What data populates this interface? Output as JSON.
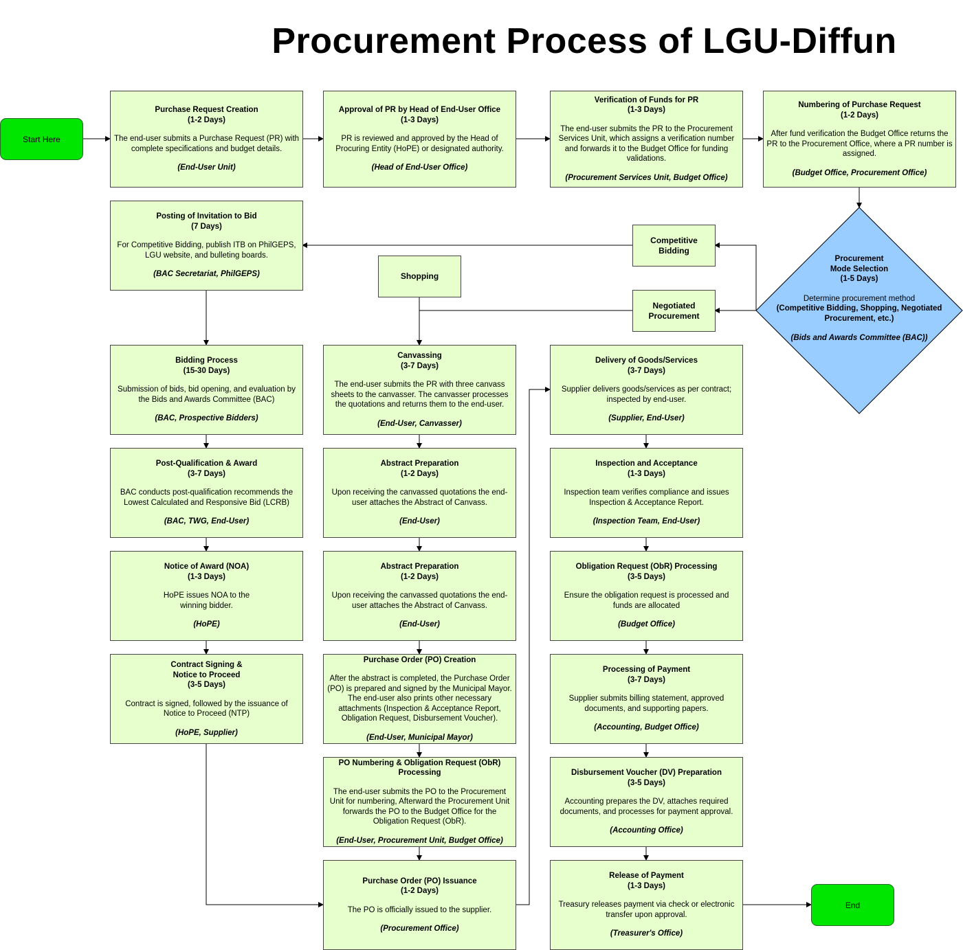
{
  "title": "Procurement Process of LGU-Diffun",
  "start": "Start Here",
  "end": "End",
  "colors": {
    "step_fill": "#e6ffcc",
    "terminal_fill": "#00e600",
    "decision_fill": "#99ccff",
    "stroke": "#000000"
  },
  "decision": {
    "title": "Procurement\nMode Selection",
    "duration": "(1-5 Days)",
    "desc": "Determine procurement method",
    "modes": "(Competitive Bidding, Shopping, Negotiated Procurement, etc.)",
    "responsible": "(Bids and Awards Committee (BAC))"
  },
  "modes": {
    "competitive": "Competitive\nBidding",
    "negotiated": "Negotiated\nProcurement",
    "shopping": "Shopping"
  },
  "steps": {
    "pr_creation": {
      "title": "Purchase Request Creation",
      "duration": "(1-2 Days)",
      "desc": "The end-user submits a Purchase Request (PR) with complete specifications and budget details.",
      "responsible": "(End-User Unit)"
    },
    "pr_approval": {
      "title": "Approval of PR by Head of End-User Office",
      "duration": "(1-3 Days)",
      "desc": "PR is reviewed and approved by the Head of Procuring Entity  (HoPE) or designated authority.",
      "responsible": "(Head of End-User Office)"
    },
    "funds_verification": {
      "title": "Verification of Funds for PR",
      "duration": "(1-3 Days)",
      "desc": "The end-user submits the PR to the Procurement Services Unit, which assigns a verification number and forwards it to the Budget Office for funding validations.",
      "responsible": "(Procurement Services Unit, Budget Office)"
    },
    "pr_numbering": {
      "title": "Numbering of Purchase Request",
      "duration": "(1-2 Days)",
      "desc": "After fund verification the Budget Office returns the PR to the Procurement Office, where a PR number is assigned.",
      "responsible": "(Budget Office, Procurement Office)"
    },
    "itb_posting": {
      "title": "Posting of Invitation to Bid",
      "duration": "(7 Days)",
      "desc": "For Competitive Bidding, publish ITB on PhilGEPS, LGU website, and bulleting boards.",
      "responsible": "(BAC Secretariat, PhilGEPS)"
    },
    "bidding": {
      "title": "Bidding Process",
      "duration": "(15-30 Days)",
      "desc": "Submission of bids, bid opening, and evaluation by the Bids and Awards Committee (BAC)",
      "responsible": "(BAC, Prospective Bidders)"
    },
    "post_qual": {
      "title": "Post-Qualification & Award",
      "duration": "(3-7 Days)",
      "desc": "BAC conducts post-qualification recommends the Lowest Calculated and Responsive Bid (LCRB)",
      "responsible": "(BAC, TWG, End-User)"
    },
    "noa": {
      "title": "Notice of Award (NOA)",
      "duration": "(1-3 Days)",
      "desc": "HoPE issues NOA to the\nwinning bidder.",
      "responsible": "(HoPE)"
    },
    "contract": {
      "title": "Contract Signing &\nNotice to Proceed",
      "duration": "(3-5 Days)",
      "desc": "Contract is signed, followed by the issuance of Notice to Proceed (NTP)",
      "responsible": "(HoPE, Supplier)"
    },
    "canvassing": {
      "title": "Canvassing",
      "duration": "(3-7 Days)",
      "desc": "The end-user submits the PR with three canvass sheets to the canvasser. The canvasser processes the quotations and returns them to the end-user.",
      "responsible": "(End-User, Canvasser)"
    },
    "abstract_1": {
      "title": "Abstract Preparation",
      "duration": "(1-2 Days)",
      "desc": "Upon receiving the canvassed quotations the end-user attaches the Abstract of Canvass.",
      "responsible": "(End-User)"
    },
    "abstract_2": {
      "title": "Abstract Preparation",
      "duration": "(1-2 Days)",
      "desc": "Upon receiving the canvassed quotations the end-user attaches the Abstract of Canvass.",
      "responsible": "(End-User)"
    },
    "po_creation": {
      "title": "Purchase Order (PO) Creation",
      "duration": "",
      "desc": "After the abstract is completed, the Purchase Order (PO) is prepared and signed by the Municipal Mayor. The end-user also prints other necessary attachments (Inspection & Acceptance Report, Obligation Request, Disbursement Voucher).",
      "responsible": "(End-User, Municipal Mayor)"
    },
    "po_numbering": {
      "title": "PO Numbering & Obligation Request (ObR) Processing",
      "duration": "",
      "desc": "The end-user submits the PO to the Procurement Unit for numbering, Afterward the Procurement Unit forwards the PO to the Budget Office for the Obligation Request (ObR).",
      "responsible": "(End-User, Procurement Unit, Budget Office)"
    },
    "po_issuance": {
      "title": "Purchase Order (PO) Issuance",
      "duration": "(1-2 Days)",
      "desc": "The PO is officially issued to the supplier.",
      "responsible": "(Procurement Office)"
    },
    "delivery": {
      "title": "Delivery of Goods/Services",
      "duration": "(3-7 Days)",
      "desc": "Supplier delivers goods/services as per contract; inspected by end-user.",
      "responsible": "(Supplier, End-User)"
    },
    "inspection": {
      "title": "Inspection and Acceptance",
      "duration": "(1-3 Days)",
      "desc": "Inspection team verifies compliance and issues Inspection & Acceptance Report.",
      "responsible": "(Inspection Team, End-User)"
    },
    "obr": {
      "title": "Obligation Request (ObR) Processing",
      "duration": "(3-5 Days)",
      "desc": "Ensure the obligation request is processed and funds are allocated",
      "responsible": "(Budget Office)"
    },
    "payment_processing": {
      "title": "Processing of Payment",
      "duration": "(3-7 Days)",
      "desc": "Supplier submits billing statement, approved documents, and supporting papers.",
      "responsible": "(Accounting, Budget Office)"
    },
    "dv": {
      "title": "Disbursement Voucher (DV) Preparation",
      "duration": "(3-5 Days)",
      "desc": "Accounting prepares the DV, attaches required documents, and processes for payment approval.",
      "responsible": "(Accounting Office)"
    },
    "release": {
      "title": "Release of Payment",
      "duration": "(1-3 Days)",
      "desc": "Treasury releases payment via check or electronic transfer upon approval.",
      "responsible": "(Treasurer's Office)"
    }
  }
}
